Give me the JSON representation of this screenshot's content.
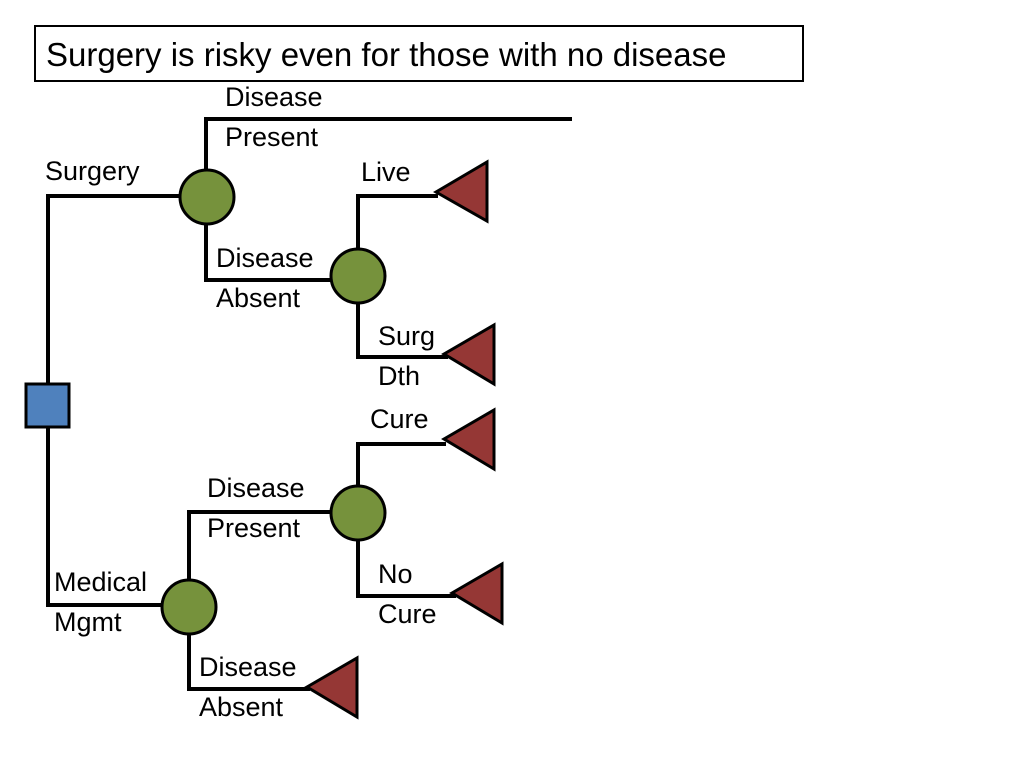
{
  "title": "Surgery is risky even for those with no disease",
  "colors": {
    "decision_node": "#4F81BD",
    "chance_node": "#76923C",
    "terminal_node": "#953735",
    "line": "#000000"
  },
  "labels": {
    "surgery": "Surgery",
    "surgery_disease_present": [
      "Disease",
      "Present"
    ],
    "surgery_disease_absent": [
      "Disease",
      "Absent"
    ],
    "live": "Live",
    "surg_dth": [
      "Surg",
      "Dth"
    ],
    "medical_mgmt": [
      "Medical",
      "Mgmt"
    ],
    "med_disease_present": [
      "Disease",
      "Present"
    ],
    "cure": "Cure",
    "no_cure": [
      "No",
      "Cure"
    ],
    "med_disease_absent": [
      "Disease",
      "Absent"
    ]
  }
}
